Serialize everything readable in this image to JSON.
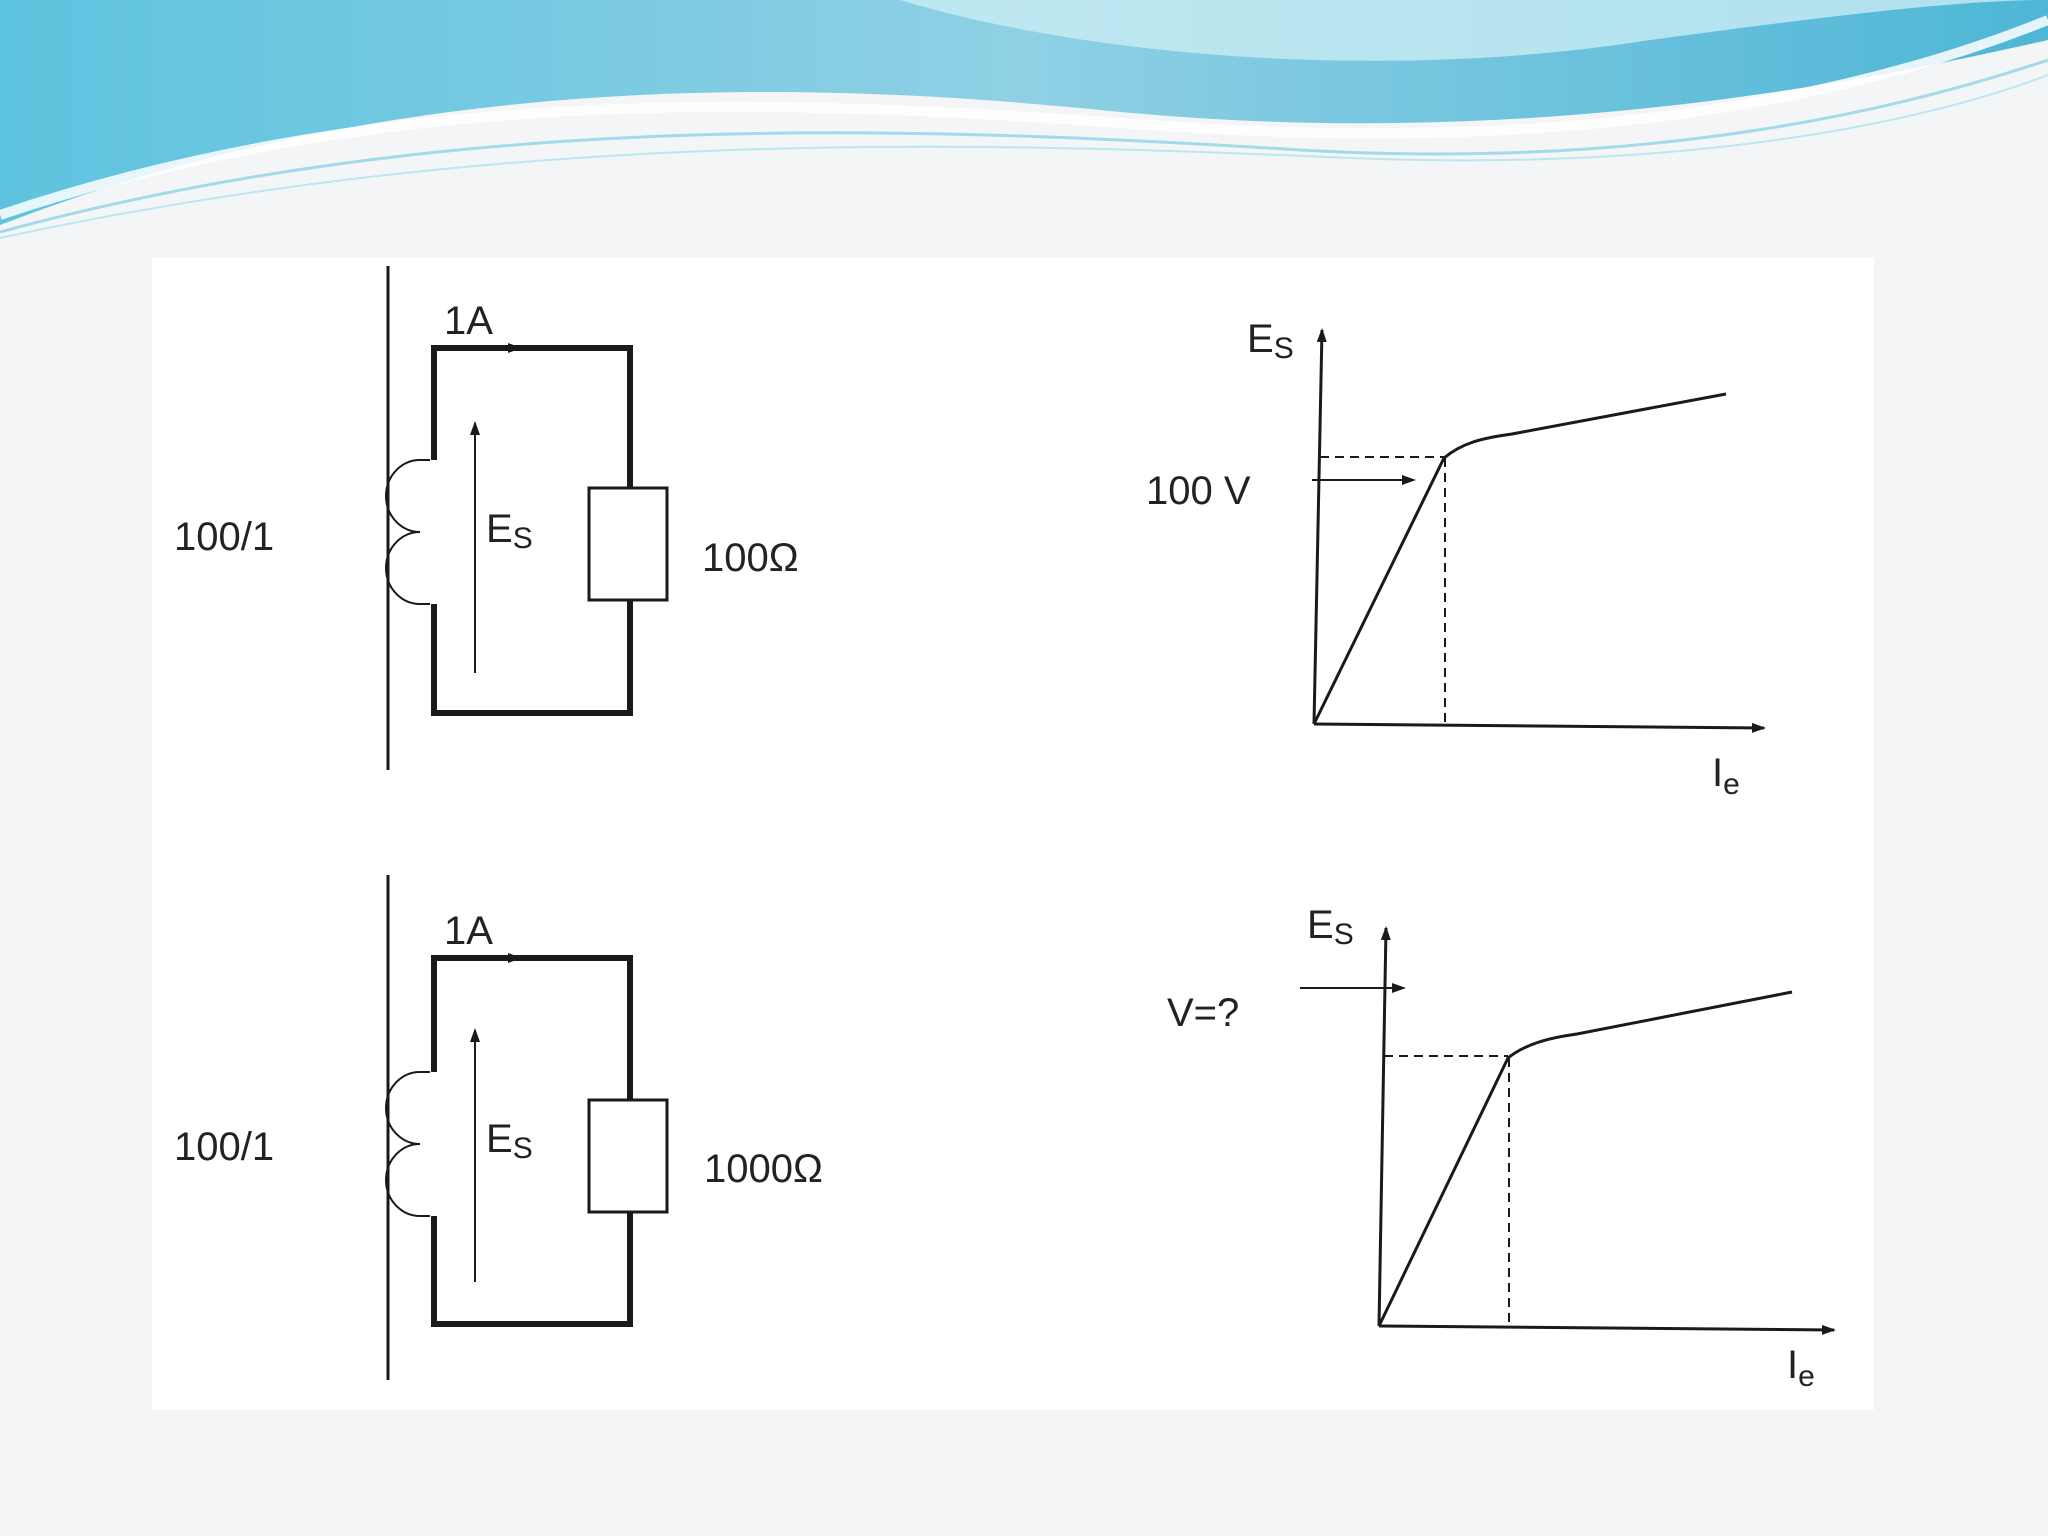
{
  "colors": {
    "banner_light": "#d7f0f6",
    "banner_mid": "#8fd3e6",
    "banner_dark": "#4fb7d6",
    "panel": "#ffffff",
    "ink": "#1a1a1a"
  },
  "top_circuit": {
    "current_label": "1A",
    "ratio_label": "100/1",
    "emf_label_main": "E",
    "emf_label_sub": "S",
    "burden_label": "100Ω"
  },
  "top_graph": {
    "y_axis_main": "E",
    "y_axis_sub": "S",
    "x_axis_main": "I",
    "x_axis_sub": "e",
    "voltage_marker": "100 V"
  },
  "bottom_circuit": {
    "current_label": "1A",
    "ratio_label": "100/1",
    "emf_label_main": "E",
    "emf_label_sub": "S",
    "burden_label": "1000Ω"
  },
  "bottom_graph": {
    "y_axis_main": "E",
    "y_axis_sub": "S",
    "x_axis_main": "I",
    "x_axis_sub": "e",
    "voltage_marker": "V=?"
  }
}
